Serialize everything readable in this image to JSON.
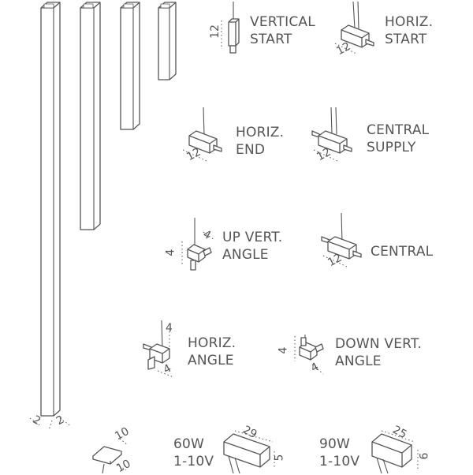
{
  "labels": {
    "vertical_start": [
      "VERTICAL",
      "START"
    ],
    "horiz_start": [
      "HORIZ.",
      "START"
    ],
    "horiz_end": [
      "HORIZ.",
      "END"
    ],
    "central_supply": [
      "CENTRAL",
      "SUPPLY"
    ],
    "up_vert_angle": [
      "UP VERT.",
      "ANGLE"
    ],
    "central": [
      "CENTRAL"
    ],
    "horiz_angle": [
      "HORIZ.",
      "ANGLE"
    ],
    "down_vert_angle": [
      "DOWN VERT.",
      "ANGLE"
    ],
    "driver_60": [
      "60W",
      "1-10V"
    ],
    "driver_90": [
      "90W",
      "1-10V"
    ]
  },
  "dimensions": {
    "vertical_start": "12",
    "horiz_start": "12",
    "horiz_end": "12",
    "central_supply": "12",
    "central": "12",
    "up_vert_angle_a": "4",
    "up_vert_angle_b": "4",
    "horiz_angle_a": "4",
    "horiz_angle_b": "4",
    "down_vert_angle_a": "4",
    "down_vert_angle_b": "4",
    "profile_a": "2",
    "profile_b": "2",
    "cap_a": "10",
    "cap_b": "10",
    "driver_60_len": "29",
    "driver_60_h": "5",
    "driver_90_len": "25",
    "driver_90_h": "6"
  }
}
